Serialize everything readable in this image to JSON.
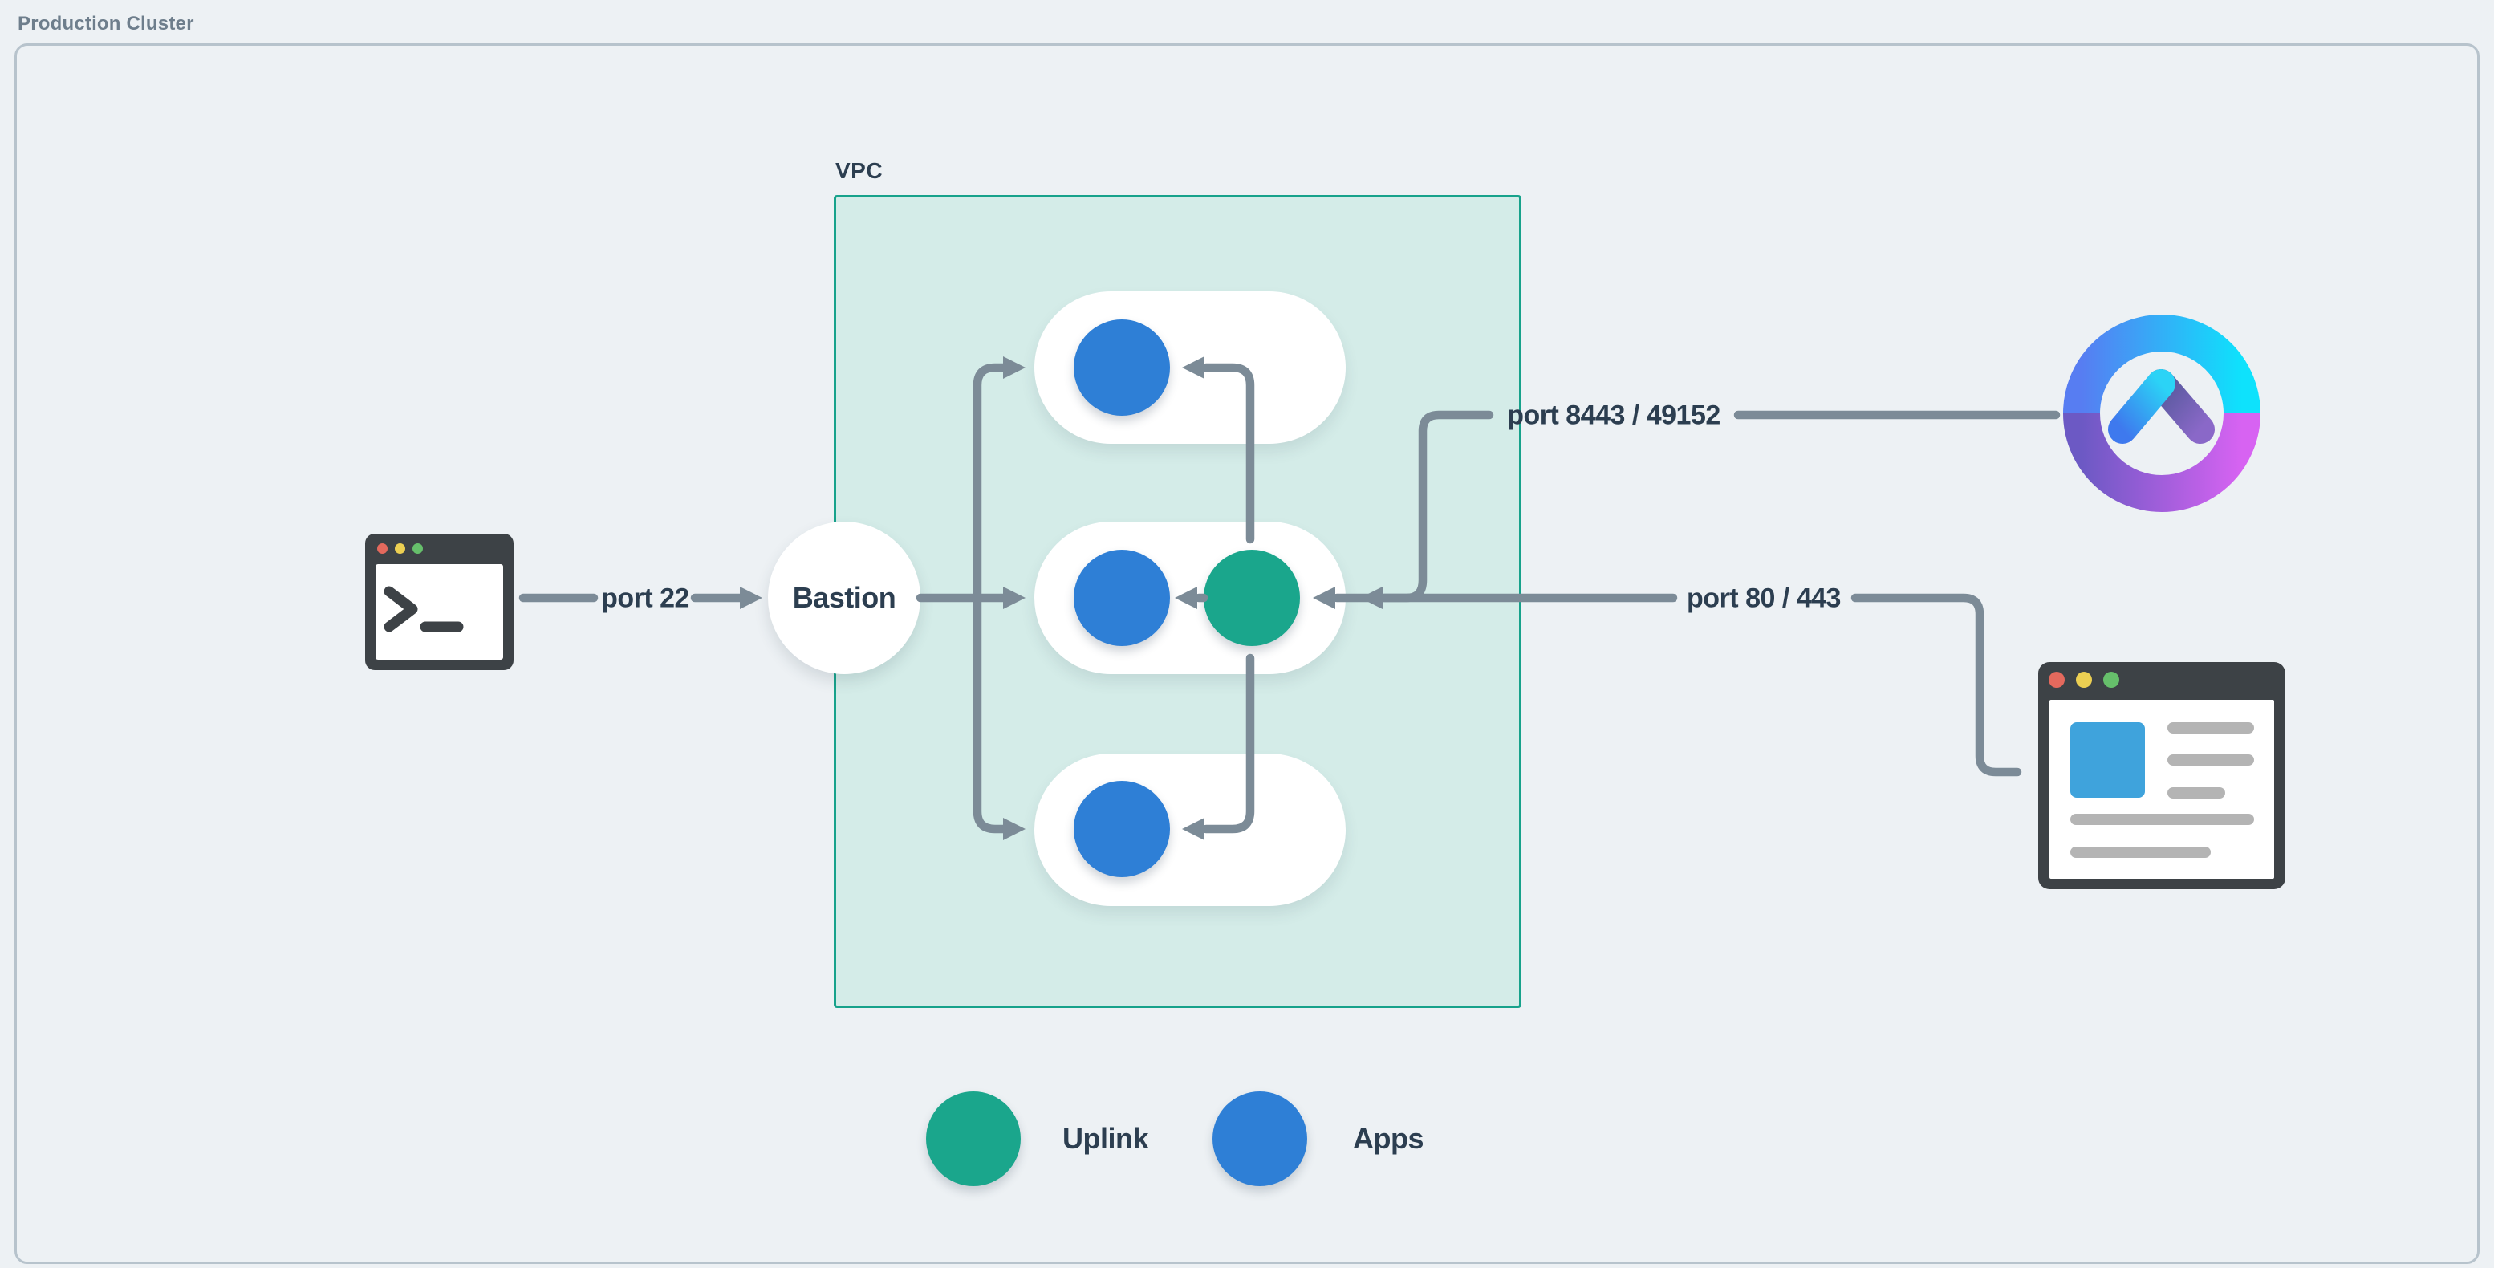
{
  "frame": {
    "title": "Production Cluster"
  },
  "vpc": {
    "label": "VPC"
  },
  "nodes": {
    "bastion": {
      "label": "Bastion"
    },
    "app_nodes": 3,
    "uplink_nodes": 1
  },
  "connections": [
    {
      "id": "ssh",
      "label": "port 22",
      "from": "terminal-client",
      "to": "bastion"
    },
    {
      "id": "uplink-ingress",
      "label": "port 8443 / 49152",
      "from": "ring-logo-service",
      "to": "uplink-node"
    },
    {
      "id": "web-ingress",
      "label": "port 80 / 443",
      "from": "browser-client",
      "to": "uplink-node"
    }
  ],
  "legend": {
    "items": [
      {
        "label": "Uplink",
        "color": "#1aa68c"
      },
      {
        "label": "Apps",
        "color": "#2e7fd6"
      }
    ]
  },
  "icons": {
    "terminal": "terminal-window-icon",
    "browser": "browser-window-icon",
    "service": "ring-chevron-logo-icon"
  },
  "colors": {
    "background": "#edf1f4",
    "frame_border": "#b7c3cc",
    "vpc_fill": "#d4ece8",
    "vpc_border": "#17a28b",
    "wire": "#7c8b97",
    "text_dark": "#2c3e50",
    "text_muted": "#6e7e8c",
    "apps_blue": "#2e7fd6",
    "uplink_teal": "#1aa68c"
  }
}
